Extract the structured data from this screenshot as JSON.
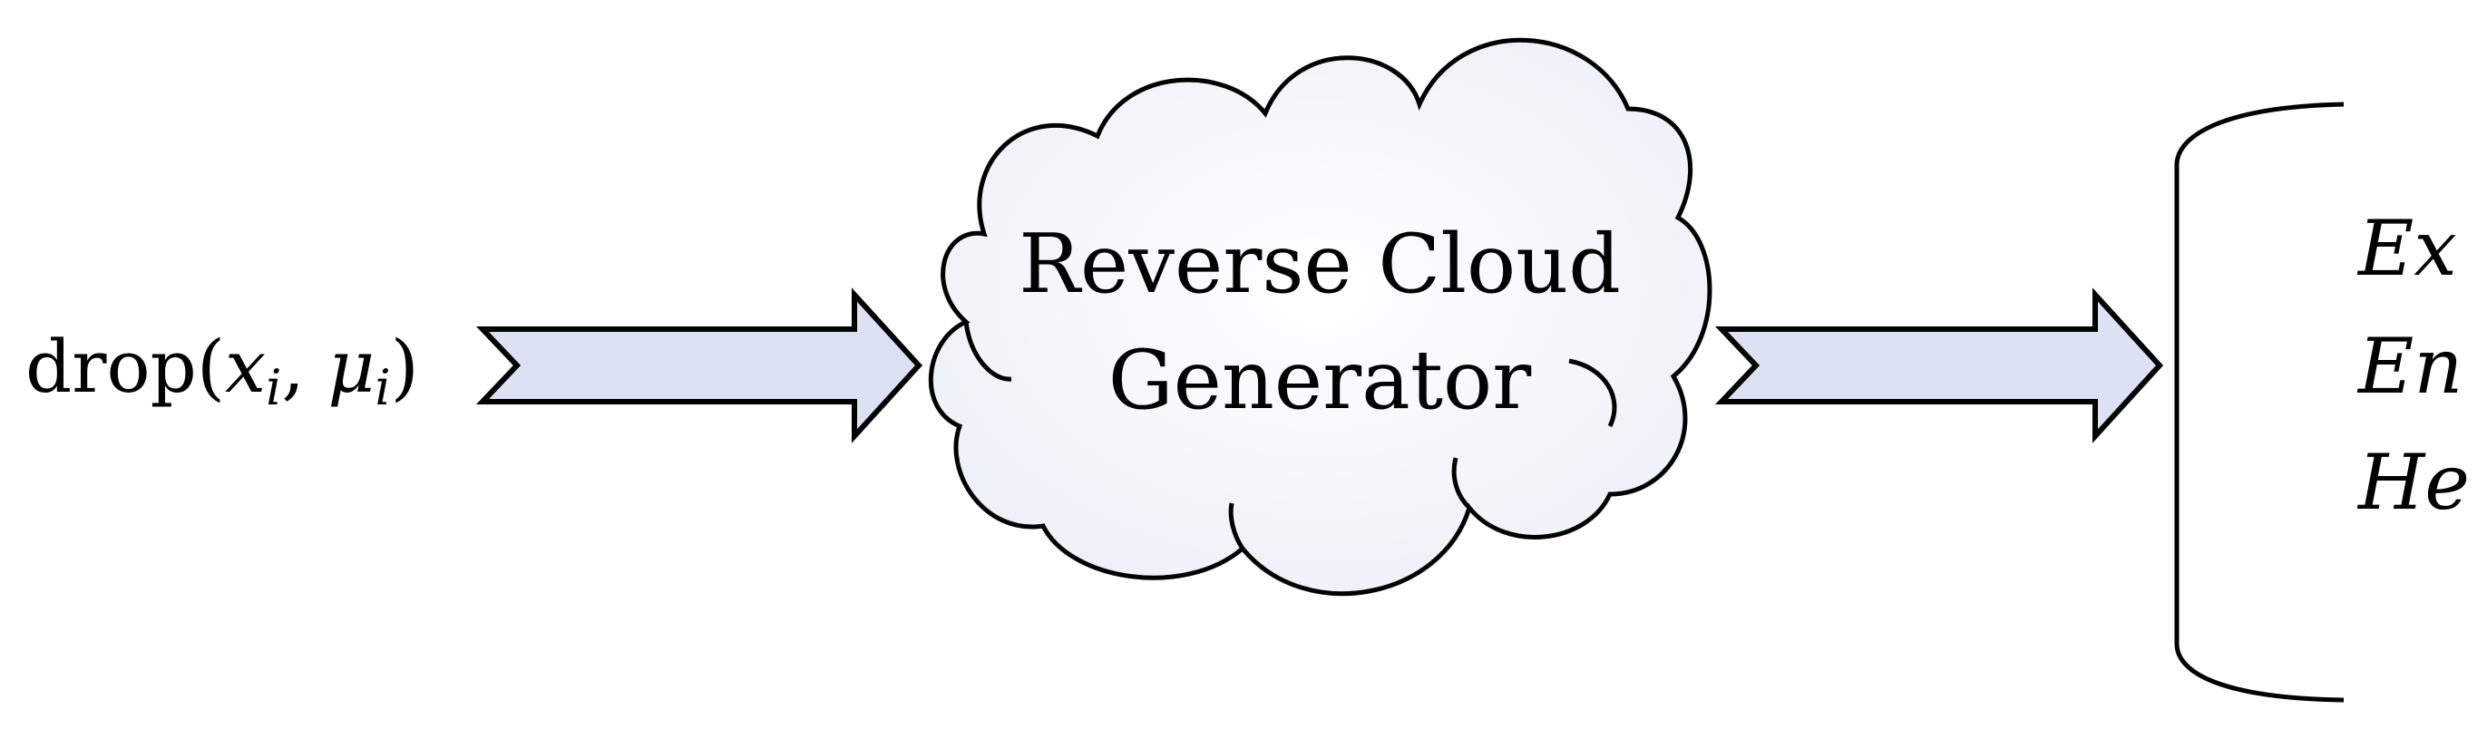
{
  "input": {
    "prefix": "drop(",
    "var1": "x",
    "sub1": "i",
    "sep": ", ",
    "var2": "μ",
    "sub2": "i",
    "suffix": ")"
  },
  "generator": {
    "line1": "Reverse Cloud",
    "line2": "Generator"
  },
  "outputs": [
    {
      "label": "Ex"
    },
    {
      "label": "En"
    },
    {
      "label": "He"
    }
  ],
  "colors": {
    "arrow_fill": "#dce2f3",
    "cloud_fill": "#f4f5fb",
    "stroke": "#000000"
  }
}
